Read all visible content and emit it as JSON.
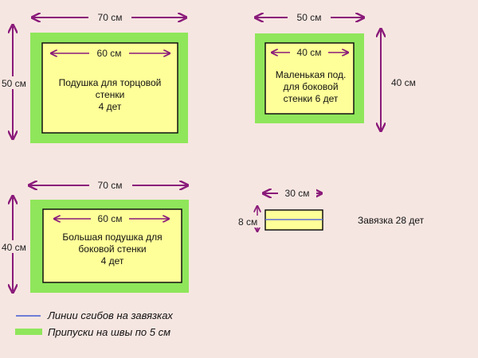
{
  "colors": {
    "background": "#f6e6e1",
    "allowance": "#8fe65a",
    "piece": "#ffff99",
    "outline": "#111111",
    "dimension": "#8a1a7a",
    "fold_line": "#5b6fd6"
  },
  "pieces": {
    "end_wall": {
      "outer_width": "70 см",
      "outer_height": "50 см",
      "inner_width": "60 см",
      "label_lines": [
        "Подушка для торцовой",
        "стенки",
        "4 дет"
      ]
    },
    "small_side": {
      "outer_width": "50 см",
      "outer_height": "40 см",
      "inner_width": "40 см",
      "label_lines": [
        "Маленькая под.",
        "для боковой",
        "стенки 6 дет"
      ]
    },
    "large_side": {
      "outer_width": "70 см",
      "outer_height": "40 см",
      "inner_width": "60 см",
      "label_lines": [
        "Большая подушка для",
        "боковой стенки",
        "4 дет"
      ]
    },
    "tie": {
      "width": "30 см",
      "height": "8 см",
      "label": "Завязка 28 дет"
    }
  },
  "legend": {
    "fold_lines": "Линии сгибов на завязках",
    "seam_allowance": "Припуски на швы по 5 см"
  }
}
